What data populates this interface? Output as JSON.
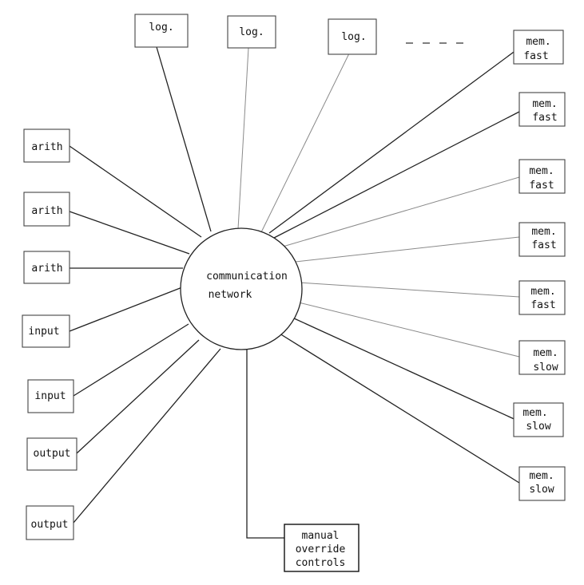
{
  "center": {
    "line1": "communication",
    "line2": "network"
  },
  "logic_units": [
    "log.",
    "log.",
    "log."
  ],
  "ellipsis": "- - - -",
  "arith_units": [
    "arith",
    "arith",
    "arith"
  ],
  "input_units": [
    "input",
    "input"
  ],
  "output_units": [
    "output",
    "output"
  ],
  "fast_memory": [
    [
      "mem.",
      "fast"
    ],
    [
      "mem.",
      "fast"
    ],
    [
      "mem.",
      "fast"
    ],
    [
      "mem.",
      "fast"
    ],
    [
      "mem.",
      "fast"
    ]
  ],
  "slow_memory": [
    [
      "mem.",
      "slow"
    ],
    [
      "mem.",
      "slow"
    ],
    [
      "mem.",
      "slow"
    ]
  ],
  "manual": [
    "manual",
    "override",
    "controls"
  ]
}
